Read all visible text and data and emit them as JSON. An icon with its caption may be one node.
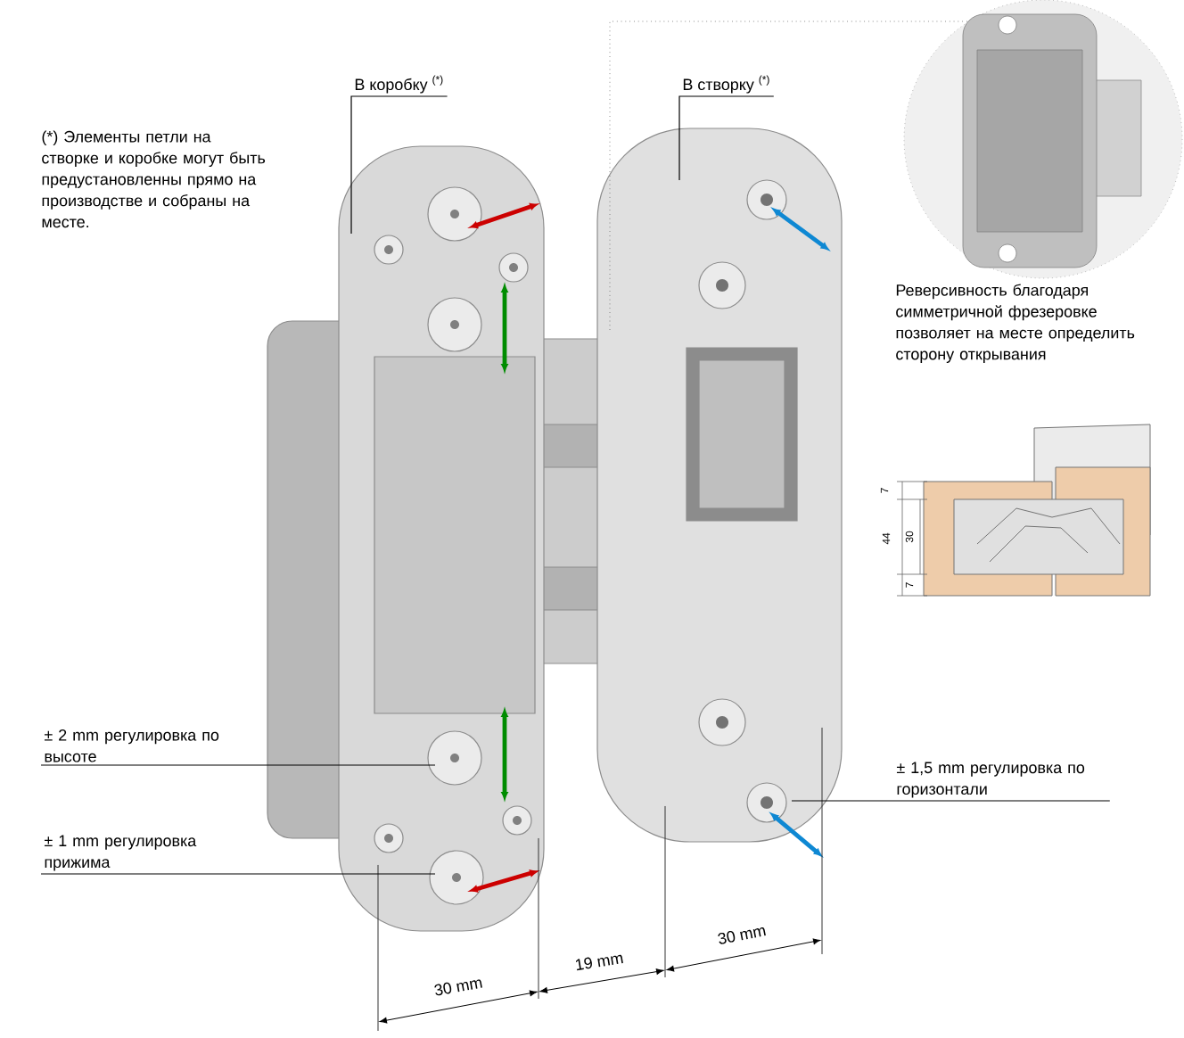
{
  "diagram": {
    "nodes": [
      {
        "text": [
          "В коробку $^{(*)}$"
        ]
      },
      {
        "text": [
          "В створку $^{(*)}$"
        ]
      },
      {
        "text": [
          "± 2 mm регулировка по высоте"
        ]
      },
      {
        "text": [
          "± 1 mm регулировка прижима"
        ]
      },
      {
        "text": [
          "± 1,5 mm регулировка по горизонтали"
        ]
      }
    ],
    "edges": [
      {
        "from": 0,
        "to": null,
        "arrow": "none"
      },
      {
        "from": 1,
        "to": null,
        "arrow": "none"
      },
      {
        "from": 2,
        "to": null,
        "arrow": "none"
      },
      {
        "from": 3,
        "to": null,
        "arrow": "none"
      },
      {
        "from": 4,
        "to": null,
        "arrow": "none"
      }
    ],
    "labels": [
      "(*) Элементы петли на створке и коробке могут быть предустановленны прямо на производстве и собраны на месте.",
      "Реверсивность благодаря симметричной фрезеровке позволяет на месте определить сторону открывания",
      "7",
      "44",
      "30",
      "7",
      "30 mm",
      "19 mm",
      "30 mm"
    ]
  }
}
